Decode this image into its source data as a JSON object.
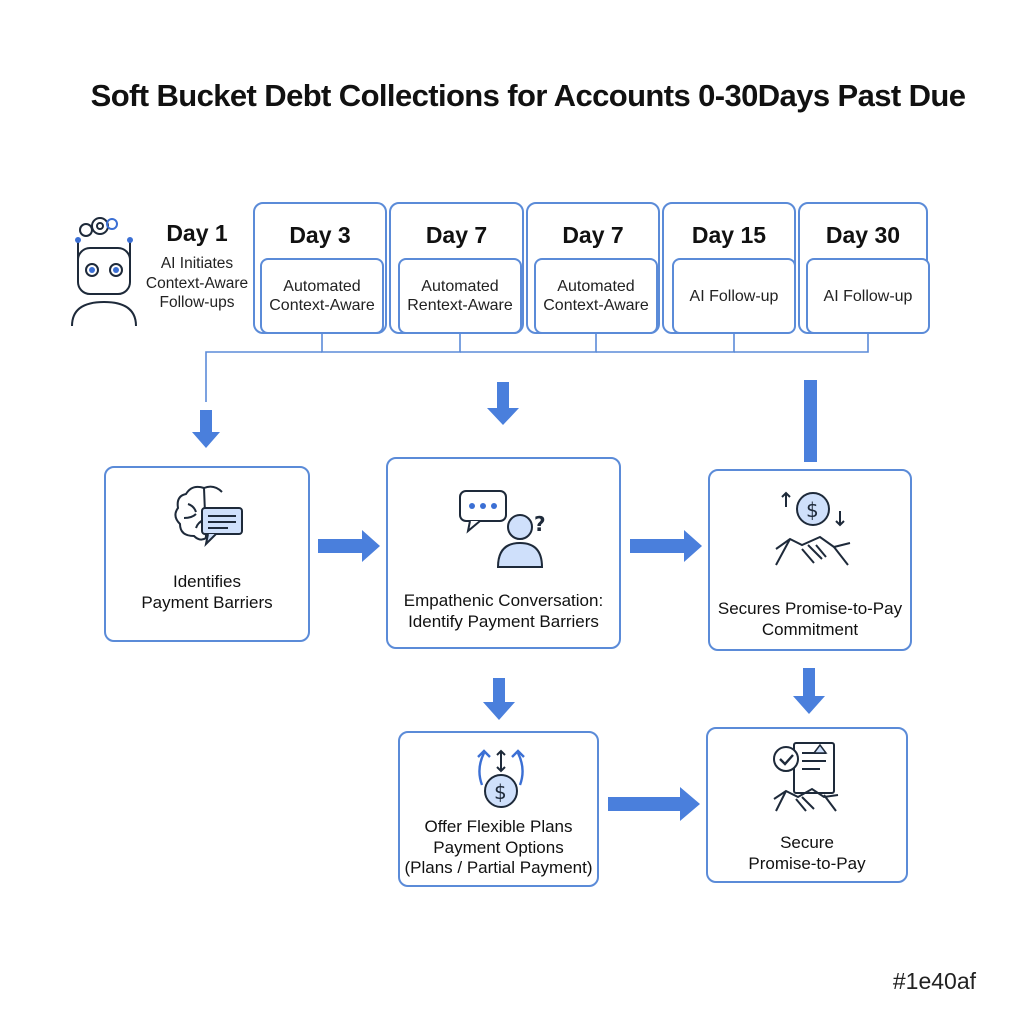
{
  "title": "Soft Bucket Debt Collections for Accounts 0-30Days Past Due",
  "intro": {
    "day": "Day 1",
    "text": [
      "AI Initiates",
      "Context-Aware",
      "Follow-ups"
    ],
    "icon": "robot-gears-icon"
  },
  "timeline": [
    {
      "day": "Day 3",
      "text": [
        "Automated",
        "Context-Aware"
      ]
    },
    {
      "day": "Day 7",
      "text": [
        "Automated",
        "Rentext-Aware"
      ]
    },
    {
      "day": "Day 7",
      "text": [
        "Automated",
        "Context-Aware"
      ]
    },
    {
      "day": "Day 15",
      "text": [
        "AI Follow-up"
      ]
    },
    {
      "day": "Day 30",
      "text": [
        "AI Follow-up"
      ]
    }
  ],
  "steps": {
    "identify": {
      "text": [
        "Identifies",
        "Payment Barriers"
      ],
      "icon": "brain-chat-icon"
    },
    "conversation": {
      "text": [
        "Empathenic Conversation:",
        "Identify Payment Barriers"
      ],
      "icon": "conversation-person-icon"
    },
    "commitment": {
      "text": [
        "Secures Promise-to-Pay",
        "Commitment"
      ],
      "icon": "handshake-dollar-icon"
    },
    "plans": {
      "text": [
        "Offer Flexible Plans",
        "Payment Options",
        "(Plans / Partial Payment)"
      ],
      "icon": "dollar-arrows-icon"
    },
    "secure": {
      "text": [
        "Secure",
        "Promise-to-Pay"
      ],
      "icon": "contract-handshake-icon"
    }
  },
  "footer": {
    "hash": "#1e40af"
  },
  "colors": {
    "accent": "#4a7fdc",
    "border": "#5b8bd8",
    "text": "#111111"
  }
}
